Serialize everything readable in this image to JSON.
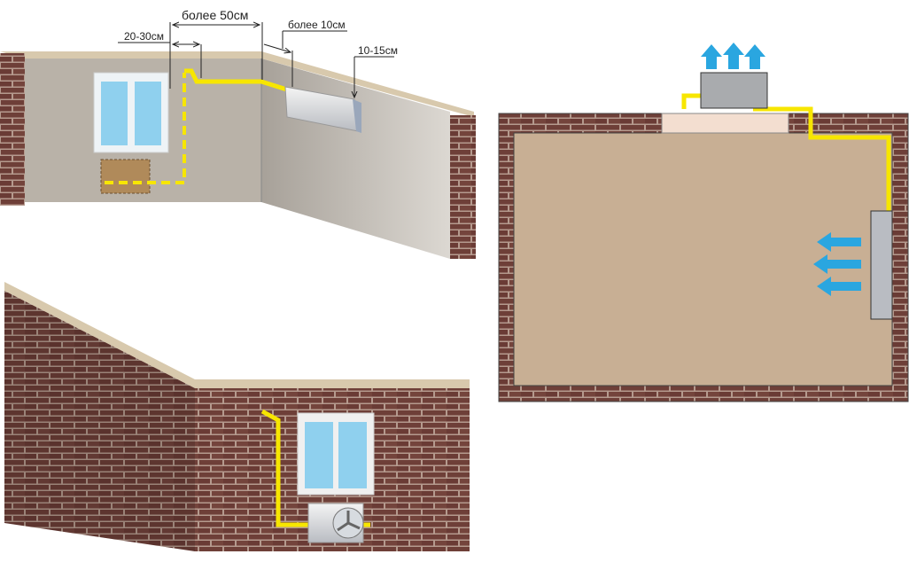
{
  "labels": {
    "more_50": "более 50см",
    "more_10": "более 10см",
    "range_20_30": "20-30см",
    "range_10_15": "10-15см"
  },
  "colors": {
    "pipe": "#f7e600",
    "brick": "#6e3f38",
    "mortar": "#b59a8e",
    "wall_back": "#b9b2a8",
    "wall_side": "#c9c4bc",
    "floor_plan": "#c8af94",
    "arrow": "#2aa6e0",
    "ledge": "#d8c9ad"
  }
}
